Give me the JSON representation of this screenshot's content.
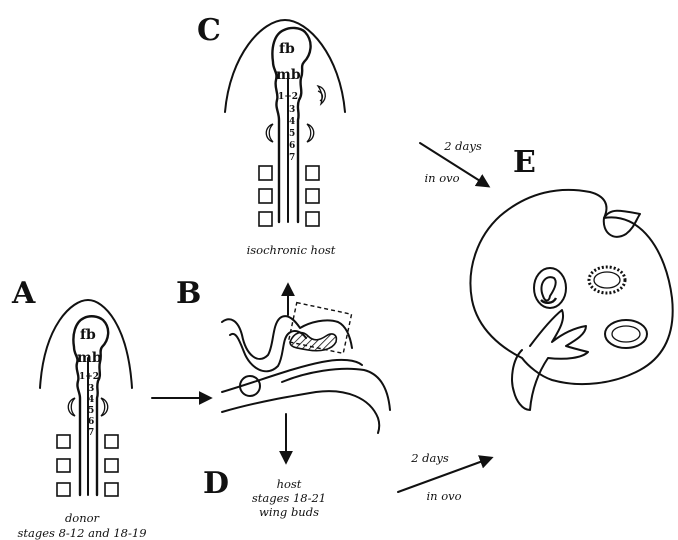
{
  "panels": {
    "a": "A",
    "b": "B",
    "c": "C",
    "d": "D",
    "e": "E"
  },
  "regions": {
    "forebrain": "fb",
    "midbrain": "mb",
    "rhombomeres": [
      "1+2",
      "3",
      "4",
      "5",
      "6",
      "7"
    ]
  },
  "captions": {
    "isochronic_host": "isochronic host",
    "donor": "donor",
    "donor_stages": "stages 8-12 and 18-19",
    "host": "host",
    "host_stages": "stages 18-21",
    "wing_buds": "wing buds",
    "days_top": "2 days",
    "in_ovo_top": "in ovo",
    "days_bottom": "2 days",
    "in_ovo_bottom": "in ovo"
  }
}
